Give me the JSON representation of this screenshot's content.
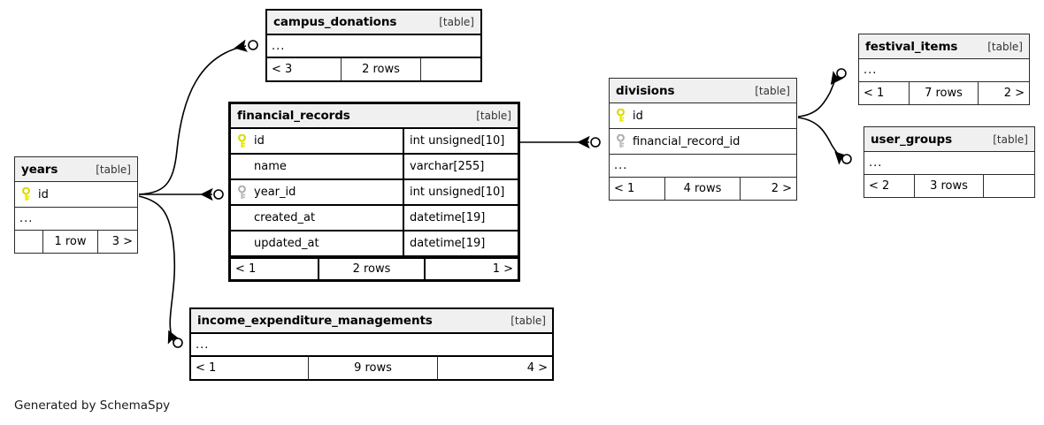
{
  "diagram": {
    "type": "database-schema-erd",
    "generator_credit": "Generated by SchemaSpy",
    "table_tag": "[table]",
    "ellipsis": "...",
    "icons": {
      "primary_key": "yellow-key-icon",
      "foreign_key": "gray-key-icon",
      "relationship_end": "crowsfoot-zero-many-icon"
    },
    "colors": {
      "primary_key": "#e8e800",
      "foreign_key": "#b4b4b4",
      "header_background": "#f0f0f0",
      "border": "#000000",
      "background": "#ffffff"
    }
  },
  "tables": {
    "campus_donations": {
      "name": "campus_donations",
      "tag": "[table]",
      "ellipsis": "...",
      "footer": {
        "left": "< 3",
        "center": "2 rows",
        "right": ""
      }
    },
    "financial_records": {
      "name": "financial_records",
      "tag": "[table]",
      "columns": [
        {
          "key": "primary",
          "name": "id",
          "type": "int unsigned[10]"
        },
        {
          "key": "none",
          "name": "name",
          "type": "varchar[255]"
        },
        {
          "key": "foreign",
          "name": "year_id",
          "type": "int unsigned[10]"
        },
        {
          "key": "none",
          "name": "created_at",
          "type": "datetime[19]"
        },
        {
          "key": "none",
          "name": "updated_at",
          "type": "datetime[19]"
        }
      ],
      "footer": {
        "left": "< 1",
        "center": "2 rows",
        "right": "1 >"
      }
    },
    "years": {
      "name": "years",
      "tag": "[table]",
      "columns": [
        {
          "key": "primary",
          "name": "id",
          "type": ""
        }
      ],
      "ellipsis": "...",
      "footer": {
        "left": "",
        "center": "1 row",
        "right": "3 >"
      }
    },
    "divisions": {
      "name": "divisions",
      "tag": "[table]",
      "columns": [
        {
          "key": "primary",
          "name": "id",
          "type": ""
        },
        {
          "key": "foreign",
          "name": "financial_record_id",
          "type": ""
        }
      ],
      "ellipsis": "...",
      "footer": {
        "left": "< 1",
        "center": "4 rows",
        "right": "2 >"
      }
    },
    "festival_items": {
      "name": "festival_items",
      "tag": "[table]",
      "ellipsis": "...",
      "footer": {
        "left": "< 1",
        "center": "7 rows",
        "right": "2 >"
      }
    },
    "user_groups": {
      "name": "user_groups",
      "tag": "[table]",
      "ellipsis": "...",
      "footer": {
        "left": "< 2",
        "center": "3 rows",
        "right": ""
      }
    },
    "income_expenditure_managements": {
      "name": "income_expenditure_managements",
      "tag": "[table]",
      "ellipsis": "...",
      "footer": {
        "left": "< 1",
        "center": "9 rows",
        "right": "4 >"
      }
    }
  },
  "relationships": [
    {
      "from": "years.id",
      "to": "campus_donations"
    },
    {
      "from": "years.id",
      "to": "financial_records.year_id"
    },
    {
      "from": "years.id",
      "to": "income_expenditure_managements"
    },
    {
      "from": "financial_records.id",
      "to": "divisions.financial_record_id"
    },
    {
      "from": "divisions.id",
      "to": "festival_items"
    },
    {
      "from": "divisions.id",
      "to": "user_groups"
    }
  ]
}
